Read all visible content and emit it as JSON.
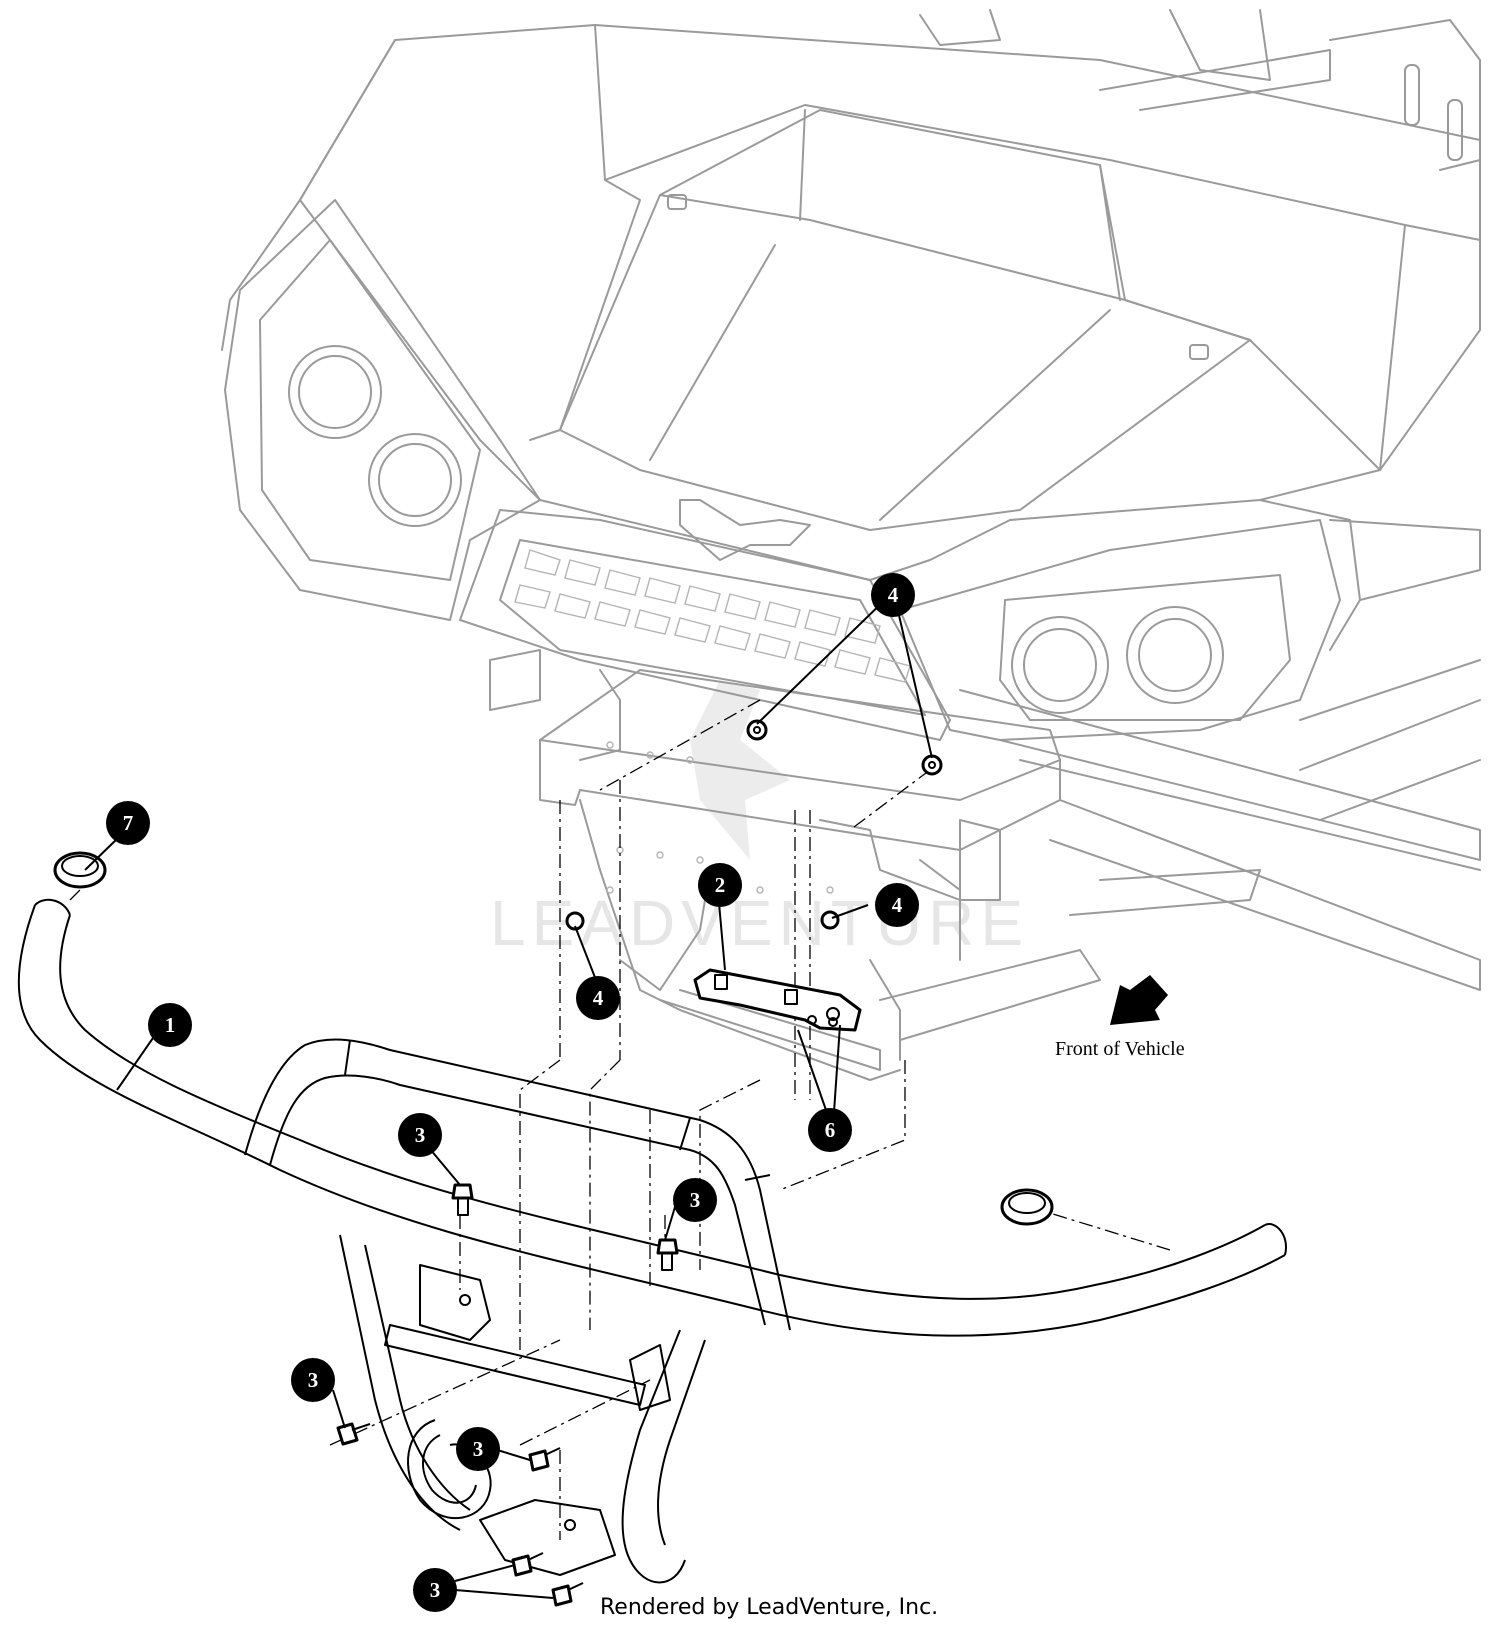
{
  "callouts": [
    {
      "id": "1",
      "label": "1"
    },
    {
      "id": "2",
      "label": "2"
    },
    {
      "id": "3",
      "label": "3"
    },
    {
      "id": "4",
      "label": "4"
    },
    {
      "id": "6",
      "label": "6"
    },
    {
      "id": "7",
      "label": "7"
    }
  ],
  "labels": {
    "direction": "Front of Vehicle",
    "credit": "Rendered by LeadVenture, Inc.",
    "watermark": "LEADVENTURE"
  },
  "colors": {
    "ghost_line": "#9a9a9a",
    "part_line": "#000000",
    "callout_fill": "#000000",
    "callout_text": "#ffffff"
  }
}
